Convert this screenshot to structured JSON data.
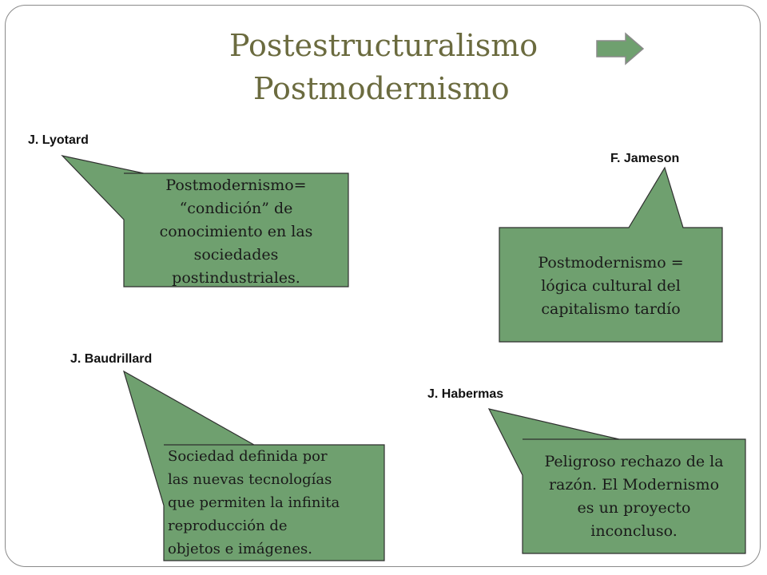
{
  "slide": {
    "title_lines": [
      "Postestructuralismo",
      "Postmodernismo"
    ],
    "colors": {
      "title": "#6b6b3f",
      "callout_fill": "#6fa06f",
      "callout_stroke": "#2f2f2f",
      "arrow_fill": "#6fa06f"
    },
    "arrow_icon": "right-arrow-icon"
  },
  "callouts": [
    {
      "author": "J. Lyotard",
      "lines": [
        "Postmodernismo=",
        "“condición” de",
        "conocimiento en las",
        "sociedades",
        "postindustriales."
      ]
    },
    {
      "author": "F. Jameson",
      "lines": [
        "Postmodernismo =",
        "lógica cultural del",
        "capitalismo tardío"
      ]
    },
    {
      "author": "J. Baudrillard",
      "lines": [
        "Sociedad definida por",
        "las nuevas tecnologías",
        "que permiten la infinita",
        "reproducción de",
        "objetos e imágenes."
      ]
    },
    {
      "author": "J. Habermas",
      "lines": [
        "Peligroso rechazo de la",
        "razón. El Modernismo",
        "es un proyecto",
        "inconcluso."
      ]
    }
  ]
}
